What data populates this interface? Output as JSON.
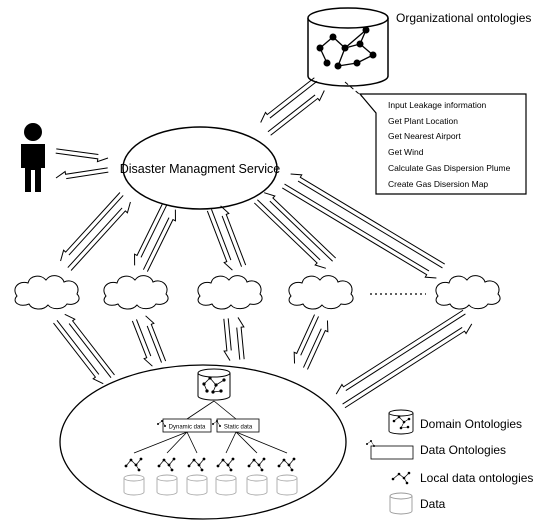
{
  "org_ontology": {
    "title": "Organizational ontologies"
  },
  "service": {
    "label": "Disaster Managment Service"
  },
  "process_steps": [
    "Input Leakage information",
    "Get Plant Location",
    "Get Nearest Airport",
    "Get Wind",
    "Calculate Gas Dispersion Plume",
    "Create Gas Disersion Map"
  ],
  "data_boxes": {
    "dynamic": "Dynamic data",
    "static": "Static data"
  },
  "legend": [
    {
      "key": "domain",
      "label": "Domain Ontologies"
    },
    {
      "key": "dataont",
      "label": "Data Ontologies"
    },
    {
      "key": "local",
      "label": "Local data ontologies"
    },
    {
      "key": "data",
      "label": "Data"
    }
  ]
}
